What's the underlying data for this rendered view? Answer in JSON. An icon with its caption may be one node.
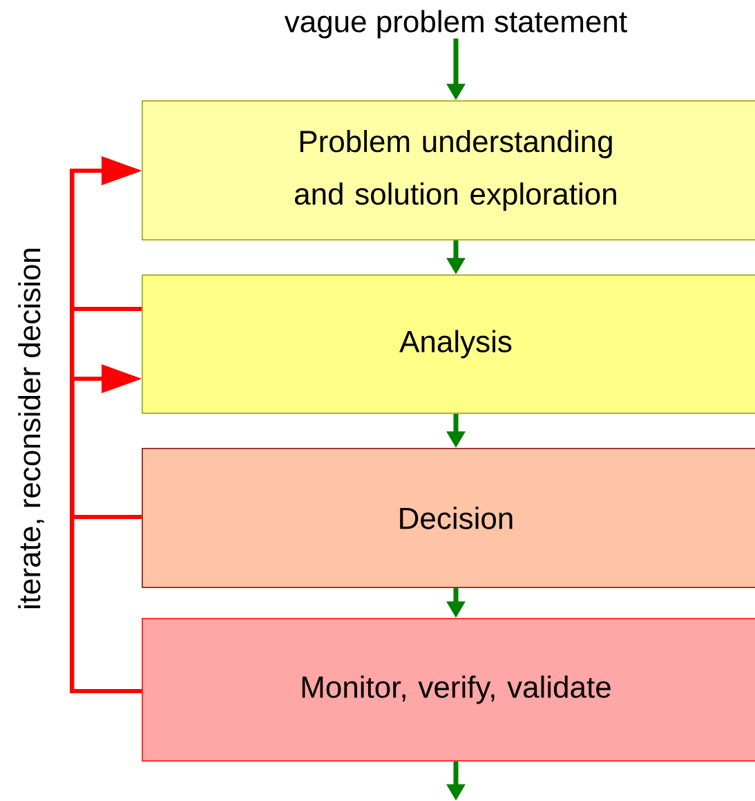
{
  "diagram": {
    "nodes": [
      {
        "text": [
          "vague problem statement"
        ]
      },
      {
        "text": [
          "Problem understanding and solution exploration"
        ]
      },
      {
        "text": [
          "Analysis"
        ]
      },
      {
        "text": [
          "Decision"
        ]
      },
      {
        "text": [
          "Monitor, verify, validate"
        ]
      }
    ],
    "edges": [
      {
        "from": 0,
        "to": 1,
        "arrow": "to",
        "color": "#008000"
      },
      {
        "from": 1,
        "to": 2,
        "arrow": "to",
        "color": "#008000"
      },
      {
        "from": 2,
        "to": 3,
        "arrow": "to",
        "color": "#008000"
      },
      {
        "from": 3,
        "to": 4,
        "arrow": "to",
        "color": "#008000"
      },
      {
        "from": 4,
        "to": null,
        "arrow": "to",
        "color": "#008000"
      },
      {
        "from": 2,
        "to": 1,
        "arrow": "to",
        "color": "#ff0000"
      },
      {
        "from": 3,
        "to": 1,
        "arrow": "to",
        "color": "#ff0000"
      },
      {
        "from": 3,
        "to": 2,
        "arrow": "to",
        "color": "#ff0000"
      },
      {
        "from": 4,
        "to": 1,
        "arrow": "to",
        "color": "#ff0000"
      },
      {
        "from": 4,
        "to": 2,
        "arrow": "to",
        "color": "#ff0000"
      }
    ],
    "labels": [
      "iterate, reconsider decision"
    ]
  }
}
